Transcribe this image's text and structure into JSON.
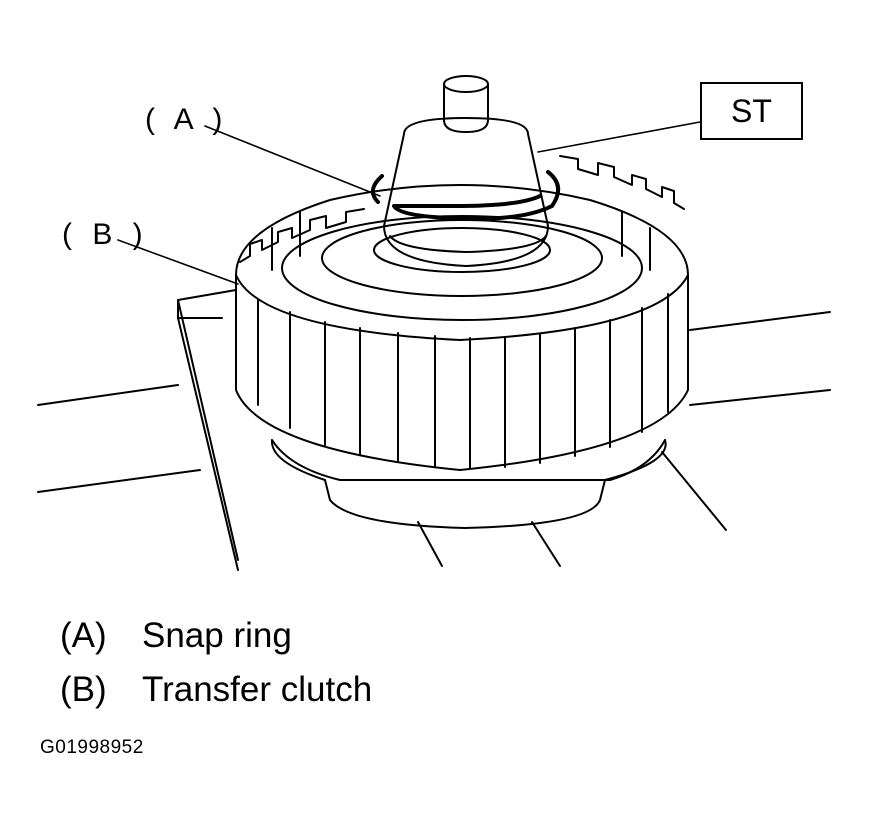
{
  "callouts": {
    "a": "( A )",
    "b": "( B )",
    "st": "ST"
  },
  "legend": [
    {
      "key": "(A)",
      "label": "Snap ring"
    },
    {
      "key": "(B)",
      "label": "Transfer clutch"
    }
  ],
  "figure_id": "G01998952",
  "colors": {
    "ink": "#000000",
    "paper": "#ffffff"
  }
}
